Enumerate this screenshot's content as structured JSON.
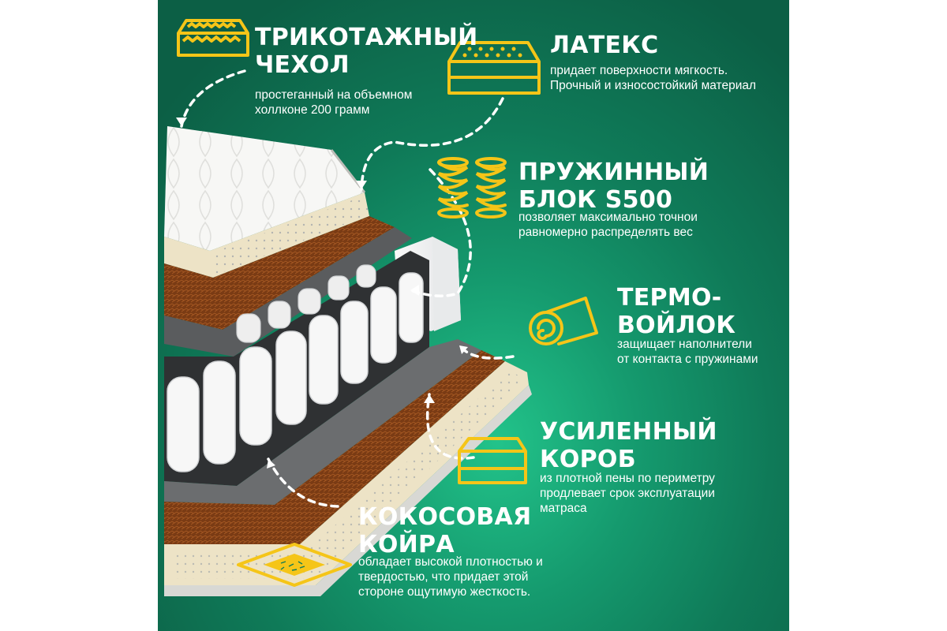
{
  "accent_color": "#f5c518",
  "background_color": "#0f7a58",
  "features": [
    {
      "id": "knit-cover",
      "title_line1": "ТРИКОТАЖНЫЙ",
      "title_line2": "ЧЕХОЛ",
      "description": "простеганный на объемном\nхоллконе 200 грамм",
      "icon": "cover-icon"
    },
    {
      "id": "latex",
      "title_line1": "ЛАТЕКС",
      "title_line2": "",
      "description": "придает поверхности мягкость.\nПрочный и износостойкий материал",
      "icon": "latex-icon"
    },
    {
      "id": "spring-block",
      "title_line1": "ПРУЖИННЫЙ",
      "title_line2": "БЛОК S500",
      "description": "позволяет максимально точнои\nравномерно распределять вес",
      "icon": "springs-icon"
    },
    {
      "id": "thermo-felt",
      "title_line1": "ТЕРМО-",
      "title_line2": "ВОЙЛОК",
      "description": "защищает наполнители\nот контакта с пружинами",
      "icon": "felt-roll-icon"
    },
    {
      "id": "reinforced-frame",
      "title_line1": "УСИЛЕННЫЙ",
      "title_line2": "КОРОБ",
      "description": "из плотной пены по периметру\nпродлевает срок эксплуатации\nматраса",
      "icon": "frame-icon"
    },
    {
      "id": "coconut-coir",
      "title_line1": "КОКОСОВАЯ",
      "title_line2": "КОЙРА",
      "description": "обладает высокой плотностью и\nтвердостью, что придает этой\nстороне ощутимую жесткость.",
      "icon": "coir-icon"
    }
  ]
}
